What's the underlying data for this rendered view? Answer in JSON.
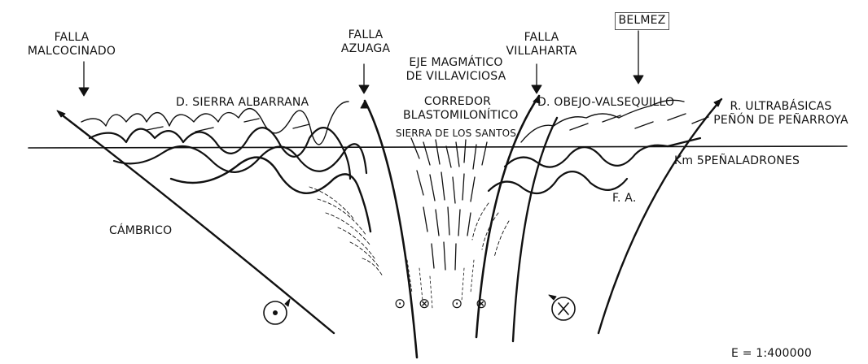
{
  "labels": {
    "falla_malcocinado": [
      "FALLA",
      "MALCOCINADO"
    ],
    "falla_azuaga": [
      "FALLA",
      "AZUAGA"
    ],
    "falla_villaharta": [
      "FALLA",
      "VILLAHARTA"
    ],
    "belmez": "BELMEZ",
    "eje_magmatico": [
      "EJE MAGMÁTICO",
      "DE VILLAVICIOSA"
    ],
    "corredor": [
      "CORREDOR",
      "BLASTOMILONÍTICO"
    ],
    "sierra_santos": "SIERRA DE LOS SANTOS",
    "d_sierra_albarrana": "D. SIERRA ALBARRANA",
    "d_obejo": "D. OBEJO-VALSEQUILLO",
    "r_ultrabasicas": [
      "R. ULTRABÁSICAS",
      "PEÑÓN DE PEÑARROYA"
    ],
    "km5": "Km 5PEÑALADRONES",
    "fa": "F. A.",
    "cambrico": "CÁMBRICO",
    "escala": "E = 1:400000"
  },
  "symbols": {
    "dot_circle": "⊙",
    "cross_circle": "⊗"
  },
  "colors": {
    "ink": "#111111",
    "background": "#ffffff"
  }
}
